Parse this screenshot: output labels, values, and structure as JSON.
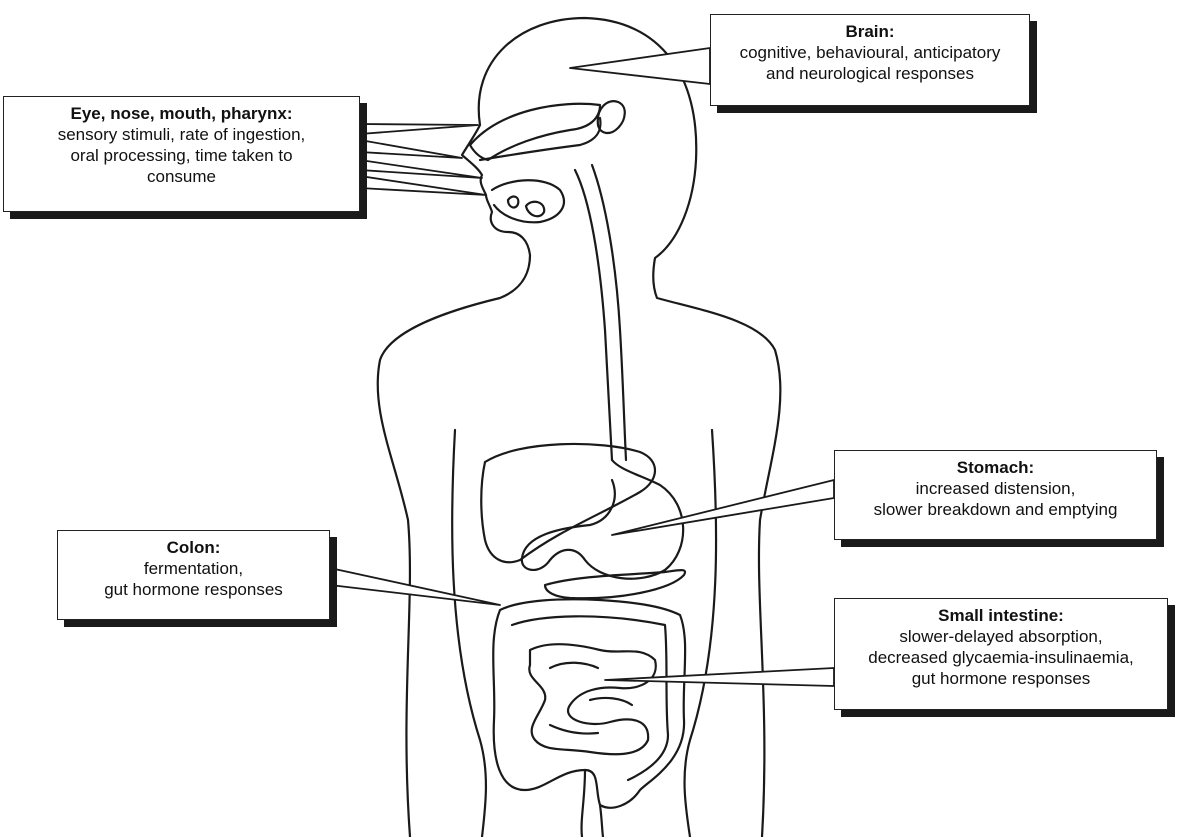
{
  "figure": {
    "callouts": {
      "brain": {
        "title": "Brain:",
        "lines": [
          "cognitive, behavioural, anticipatory",
          "and neurological responses"
        ]
      },
      "eye": {
        "title": "Eye, nose, mouth, pharynx:",
        "lines": [
          "sensory stimuli, rate of ingestion,",
          "oral processing, time taken to",
          "consume"
        ]
      },
      "stomach": {
        "title": "Stomach:",
        "lines": [
          "increased distension,",
          "slower breakdown and emptying"
        ]
      },
      "colon": {
        "title": "Colon:",
        "lines": [
          "fermentation,",
          "gut hormone responses"
        ]
      },
      "small_intestine": {
        "title": "Small intestine:",
        "lines": [
          "slower-delayed absorption,",
          "decreased glycaemia-insulinaemia,",
          "gut hormone responses"
        ]
      }
    }
  }
}
